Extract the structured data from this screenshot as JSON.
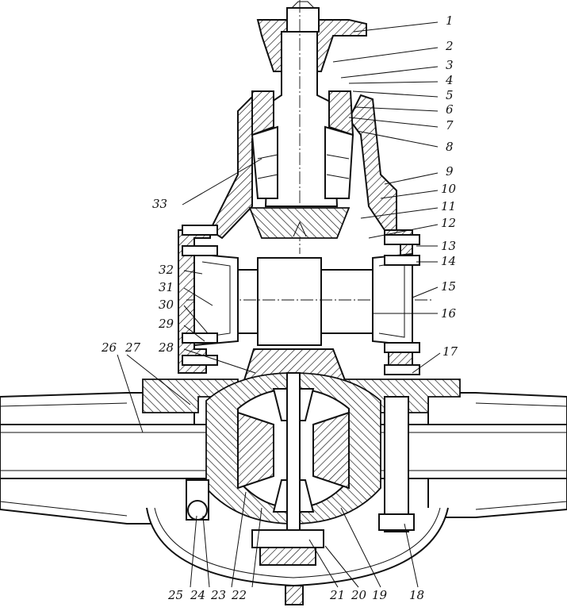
{
  "callouts": {
    "right": [
      "1",
      "2",
      "3",
      "4",
      "5",
      "6",
      "7",
      "8",
      "9",
      "10",
      "11",
      "12",
      "13",
      "14",
      "15",
      "16",
      "17"
    ],
    "bottom": [
      "25",
      "24",
      "23",
      "22",
      "21",
      "20",
      "19",
      "18"
    ],
    "left": [
      "33",
      "32",
      "31",
      "30",
      "29",
      "28",
      "26",
      "27"
    ]
  }
}
